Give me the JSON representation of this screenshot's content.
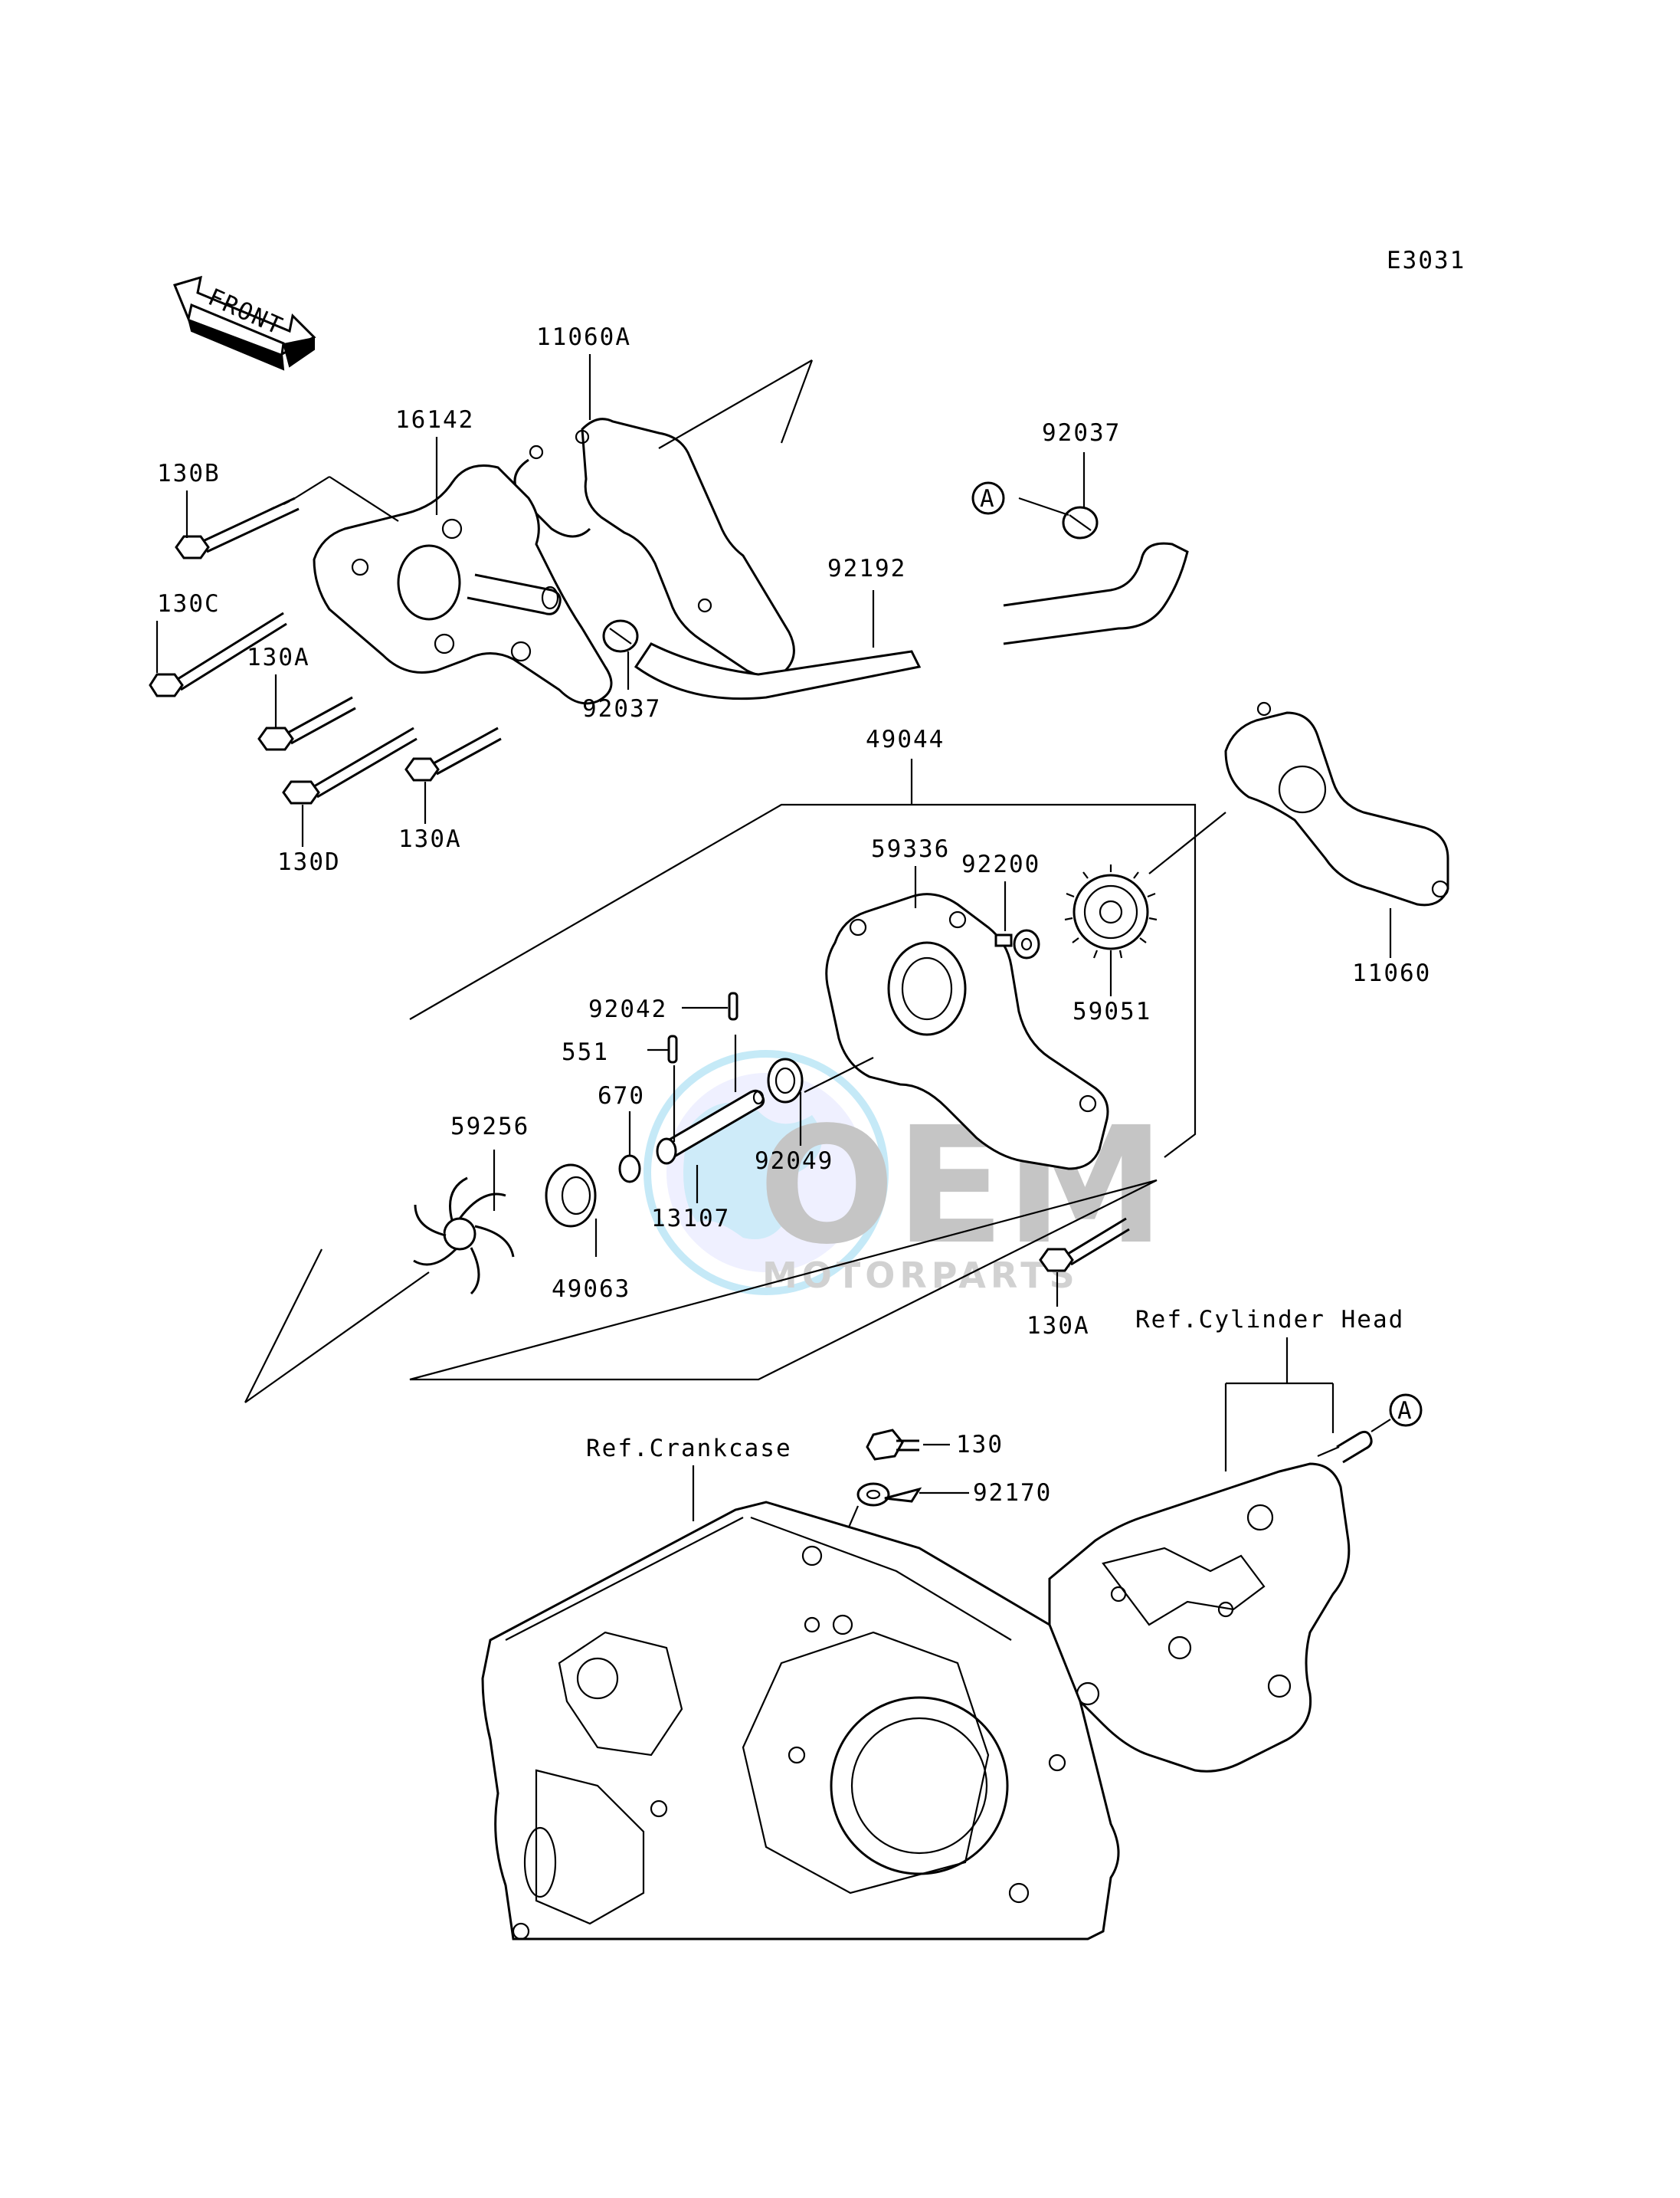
{
  "diagram_code": "E3031",
  "front_indicator": "FRONT",
  "callouts": {
    "p11060A": "11060A",
    "p16142": "16142",
    "p130B": "130B",
    "p130C": "130C",
    "p130A_1": "130A",
    "p130D": "130D",
    "p130A_2": "130A",
    "p92037_upper": "92037",
    "p92037_lower": "92037",
    "p92192": "92192",
    "p49044": "49044",
    "p59336": "59336",
    "p92200": "92200",
    "p59051": "59051",
    "p11060": "11060",
    "p92042": "92042",
    "p551": "551",
    "p670": "670",
    "p92049": "92049",
    "p13107": "13107",
    "p59256": "59256",
    "p49063": "49063",
    "p130A_3": "130A",
    "p130": "130",
    "p92170": "92170"
  },
  "references": {
    "crankcase": "Ref.Crankcase",
    "cylinder_head": "Ref.Cylinder Head"
  },
  "connector_marks": {
    "upper": "A",
    "lower": "A"
  },
  "watermark": {
    "brand": "OEM",
    "sub": "MOTORPARTS"
  }
}
